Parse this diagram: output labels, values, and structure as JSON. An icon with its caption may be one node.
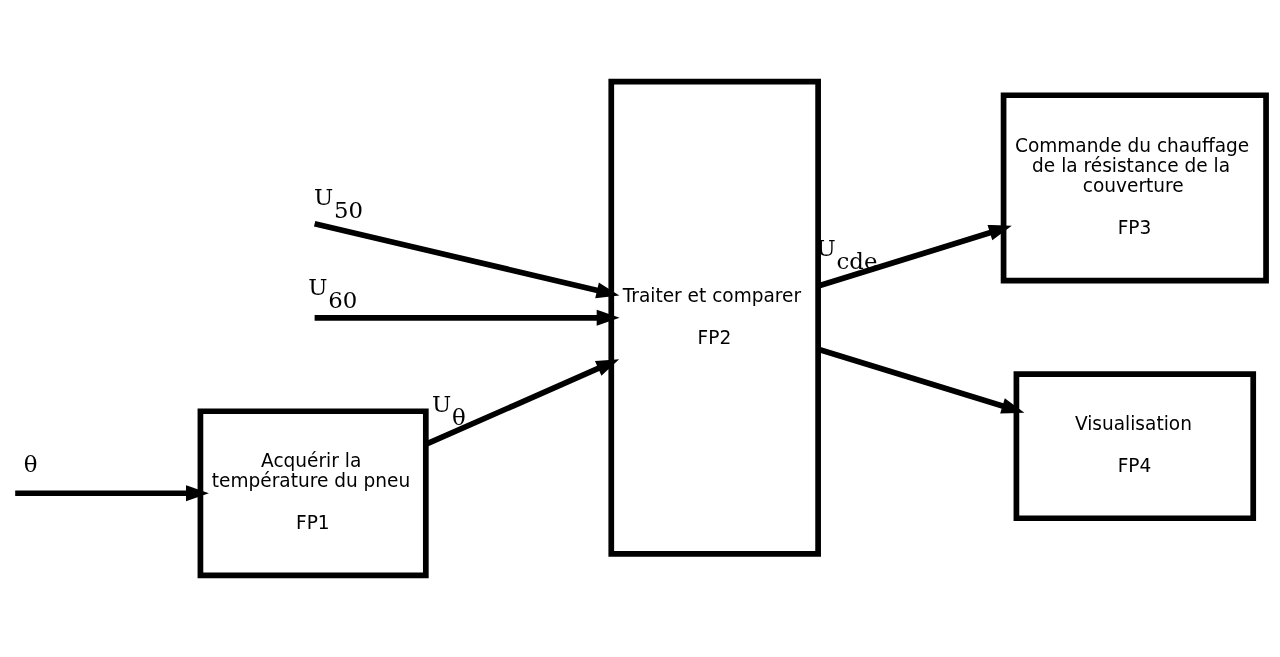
{
  "diagram": {
    "nodes": [
      {
        "text": [
          "Acquérir la température du pneu",
          "FP1"
        ]
      },
      {
        "text": [
          "Traiter et comparer",
          "FP2"
        ]
      },
      {
        "text": [
          "Commande du chauffage de la résistance de la couverture",
          "FP3"
        ]
      },
      {
        "text": [
          "Visualisation",
          "FP4"
        ]
      }
    ],
    "edges": [
      {
        "from": null,
        "to": 0,
        "arrow": "to",
        "label": "θ"
      },
      {
        "from": 0,
        "to": 1,
        "arrow": "to",
        "label": "U$_{θ}$"
      },
      {
        "from": null,
        "to": 1,
        "arrow": "to",
        "label": "U$_{50}$"
      },
      {
        "from": null,
        "to": 1,
        "arrow": "to",
        "label": "U$_{60}$"
      },
      {
        "from": 1,
        "to": 2,
        "arrow": "to",
        "label": "U$_{cde}$"
      },
      {
        "from": 1,
        "to": 3,
        "arrow": "to"
      }
    ]
  }
}
